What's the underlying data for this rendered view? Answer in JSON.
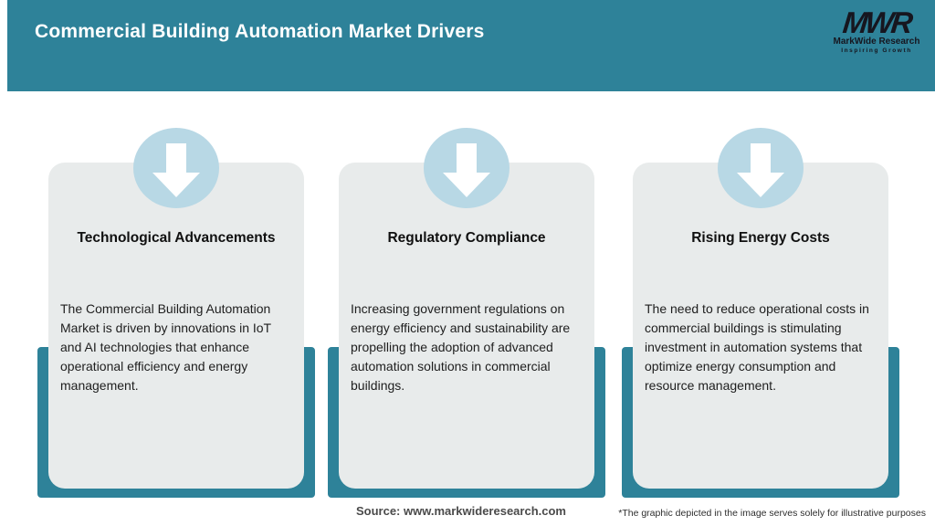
{
  "header": {
    "title": "Commercial Building Automation Market Drivers",
    "logo": {
      "acronym": "MWR",
      "name": "MarkWide Research",
      "tagline": "Inspiring Growth"
    }
  },
  "cards": [
    {
      "icon": "down-arrow-icon",
      "title": "Technological Advancements",
      "description": "The Commercial Building Automation Market is driven by innovations in IoT and AI technologies that enhance operational efficiency and energy management."
    },
    {
      "icon": "down-arrow-icon",
      "title": "Regulatory Compliance",
      "description": "Increasing government regulations on energy efficiency and sustainability are propelling the adoption of advanced automation solutions in commercial buildings."
    },
    {
      "icon": "down-arrow-icon",
      "title": "Rising Energy Costs",
      "description": "The need to reduce operational costs in commercial buildings is stimulating investment in automation systems that optimize energy consumption and resource management."
    }
  ],
  "footer": {
    "source": "Source: www.markwideresearch.com",
    "disclaimer": "*The graphic depicted in the image serves solely for illustrative purposes"
  },
  "colors": {
    "header_teal": "#2E8299",
    "badge_light_blue": "#B8D8E5",
    "card_gray": "#E8EBEB",
    "logo_dark": "#16161F",
    "title_white": "#FFFFFF"
  }
}
